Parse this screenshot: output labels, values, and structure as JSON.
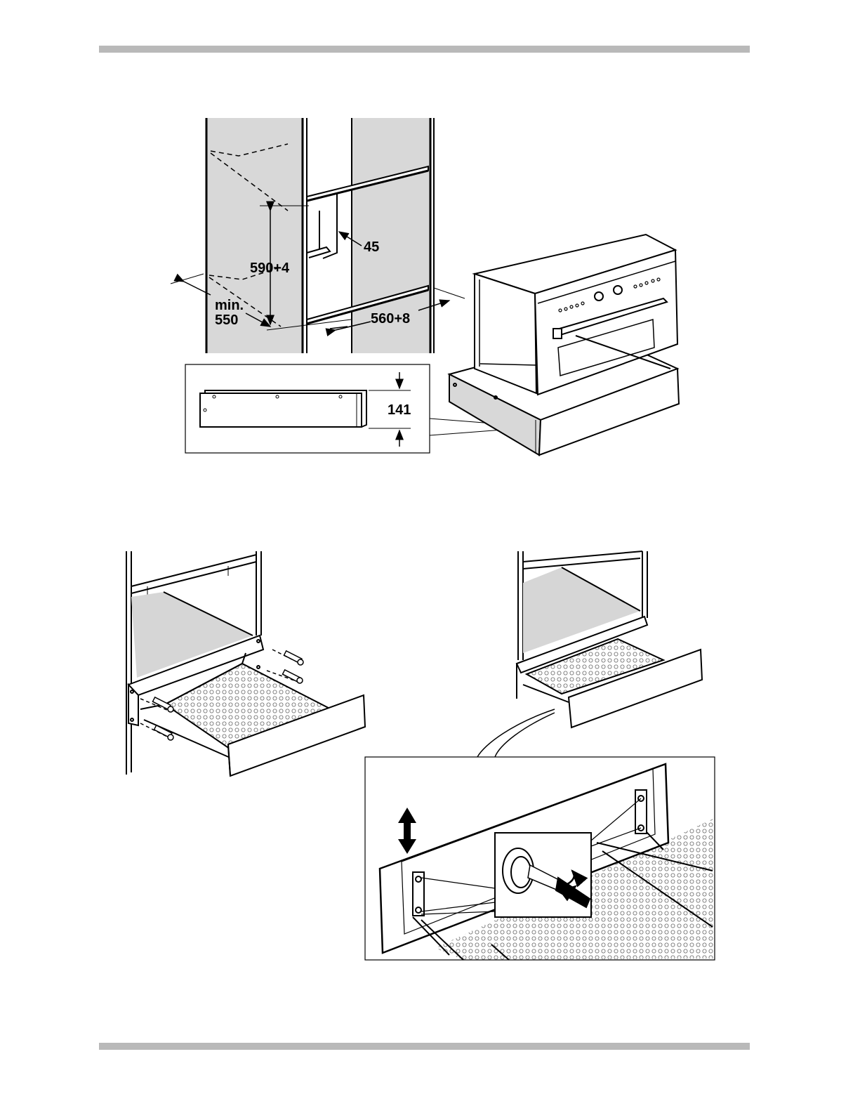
{
  "top_figure": {
    "dimensions": {
      "height": "590+4",
      "depth_gap": "45",
      "depth_label_1": "min.",
      "depth_label_2": "550",
      "width": "560+8",
      "drawer_height": "141"
    }
  },
  "colors": {
    "rule": "#b9b9b9",
    "panel_fill": "#d8d8d8",
    "stroke": "#000000"
  }
}
